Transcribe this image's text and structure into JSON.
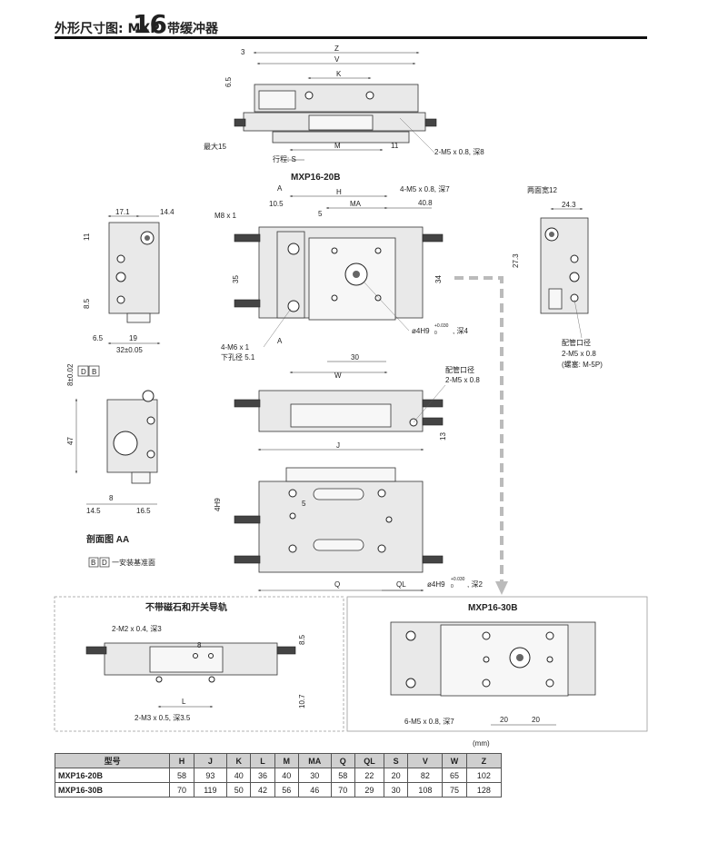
{
  "header": {
    "prefix": "外形尺寸图: MXP",
    "size": "16",
    "suffix": "带缓冲器"
  },
  "views": {
    "top_title": "MXP16-20B",
    "section_title": "剖面图 AA",
    "section_note": "一安装基准面",
    "section_keys": [
      "B",
      "D"
    ],
    "box1_title": "不带磁石和开关导轨",
    "box2_title": "MXP16-30B"
  },
  "labels": {
    "stroke": "行程: S",
    "max15": "最大15",
    "m5_deep8": "2-M5 x 0.8, 深8",
    "m5_deep7": "4-M5 x 0.8, 深7",
    "m8": "M8 x 1",
    "m6": "4-M6 x 1",
    "lower_hole": "下孔径 5.1",
    "bore_4h9_deep4": "ø4H9",
    "deep4": ", 深4",
    "tol": "+0.030",
    "tol0": "0",
    "port_label": "配管口径",
    "port_spec": "2-M5 x 0.8",
    "plug": "(螺塞: M-5P)",
    "width_across": "两面宽12",
    "deep2": ", 深2",
    "m2_deep3": "2-M2 x 0.4, 深3",
    "m3_deep3_5": "2-M3 x 0.5, 深3.5",
    "m5_6_deep7": "6-M5 x 0.8, 深7",
    "4h9": "4H9"
  },
  "dims": {
    "Z": "Z",
    "V": "V",
    "K": "K",
    "M": "M",
    "H": "H",
    "MA": "MA",
    "W": "W",
    "J": "J",
    "Q": "Q",
    "QL": "QL",
    "L": "L",
    "A": "A",
    "d3": "3",
    "d6_5": "6.5",
    "d11": "11",
    "d10_5": "10.5",
    "d5": "5",
    "d40_8": "40.8",
    "d35": "35",
    "d34": "34",
    "d30": "30",
    "d13": "13",
    "d17_1": "17.1",
    "d14_4": "14.4",
    "d11b": "11",
    "d8_5": "8.5",
    "d6_5b": "6.5",
    "d19": "19",
    "d32": "32±0.05",
    "d8": "8",
    "d47": "47",
    "d14_5": "14.5",
    "d16_5": "16.5",
    "d24_3": "24.3",
    "d27_3": "27.3",
    "d8c": "8",
    "d8_5c": "8.5",
    "d10_7": "10.7",
    "d20a": "20",
    "d20b": "20",
    "d8top": "8±0.02"
  },
  "table": {
    "unit": "(mm)",
    "headers": [
      "型号",
      "H",
      "J",
      "K",
      "L",
      "M",
      "MA",
      "Q",
      "QL",
      "S",
      "V",
      "W",
      "Z"
    ],
    "rows": [
      [
        "MXP16-20B",
        "58",
        "93",
        "40",
        "36",
        "40",
        "30",
        "58",
        "22",
        "20",
        "82",
        "65",
        "102"
      ],
      [
        "MXP16-30B",
        "70",
        "119",
        "50",
        "42",
        "56",
        "46",
        "70",
        "29",
        "30",
        "108",
        "75",
        "128"
      ]
    ]
  }
}
